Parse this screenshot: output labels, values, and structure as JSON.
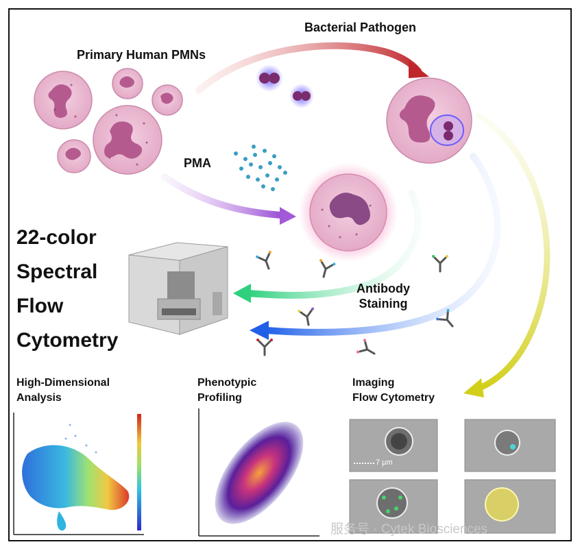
{
  "labels": {
    "bacterial_pathogen": "Bacterial Pathogen",
    "primary_pmns": "Primary Human PMNs",
    "pma": "PMA",
    "antibody_staining": [
      "Antibody",
      "Staining"
    ],
    "spectral_lines": [
      "22-color",
      "Spectral",
      "Flow",
      "Cytometry"
    ],
    "high_dim": [
      "High-Dimensional",
      "Analysis"
    ],
    "phenotypic": [
      "Phenotypic",
      "Profiling"
    ],
    "imaging": [
      "Imaging",
      "Flow Cytometry"
    ],
    "scale_bar": "7 µm"
  },
  "watermark": "服务号 · Cytek Biosciences",
  "colors": {
    "cell_fill": "#e7b6cf",
    "nucleus": "#b55a8f",
    "pathogen_arrow": "#c0272d",
    "pma_arrow": "#a55ad8",
    "green_arrow": "#37d98a",
    "blue_arrow": "#2f6ff0",
    "yellow_arrow": "#d7d62a"
  }
}
